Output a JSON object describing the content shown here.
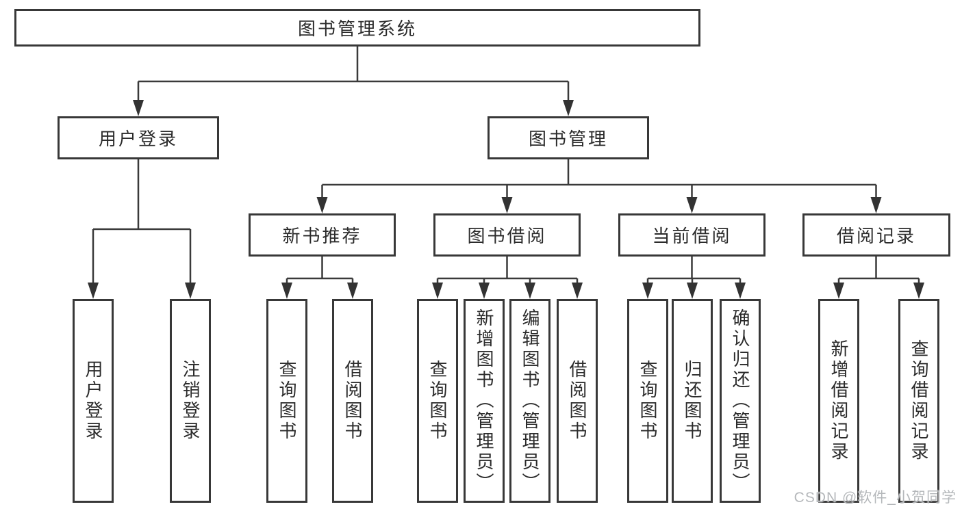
{
  "nodes": {
    "root": {
      "label": "图书管理系统"
    },
    "user_login": {
      "label": "用户登录"
    },
    "book_mgmt": {
      "label": "图书管理"
    },
    "new_books": {
      "label": "新书推荐"
    },
    "book_borrow": {
      "label": "图书借阅"
    },
    "current_borrow": {
      "label": "当前借阅"
    },
    "borrow_records": {
      "label": "借阅记录"
    },
    "login_op": {
      "label": "用户登录"
    },
    "logout_op": {
      "label": "注销登录"
    },
    "new_books_query": {
      "label": "查询图书"
    },
    "new_books_borrow": {
      "label": "借阅图书"
    },
    "borrow_query": {
      "label": "查询图书"
    },
    "borrow_add": {
      "label": "新增图书（管理员）"
    },
    "borrow_edit": {
      "label": "编辑图书（管理员）"
    },
    "borrow_borrow": {
      "label": "借阅图书"
    },
    "current_query": {
      "label": "查询图书"
    },
    "current_return": {
      "label": "归还图书"
    },
    "current_confirm": {
      "label": "确认归还（管理员）"
    },
    "records_add": {
      "label": "新增借阅记录"
    },
    "records_query": {
      "label": "查询借阅记录"
    }
  },
  "hierarchy": {
    "edges": [
      [
        "root",
        "user_login"
      ],
      [
        "root",
        "book_mgmt"
      ],
      [
        "user_login",
        "login_op"
      ],
      [
        "user_login",
        "logout_op"
      ],
      [
        "book_mgmt",
        "new_books"
      ],
      [
        "book_mgmt",
        "book_borrow"
      ],
      [
        "book_mgmt",
        "current_borrow"
      ],
      [
        "book_mgmt",
        "borrow_records"
      ],
      [
        "new_books",
        "new_books_query"
      ],
      [
        "new_books",
        "new_books_borrow"
      ],
      [
        "book_borrow",
        "borrow_query"
      ],
      [
        "book_borrow",
        "borrow_add"
      ],
      [
        "book_borrow",
        "borrow_edit"
      ],
      [
        "book_borrow",
        "borrow_borrow"
      ],
      [
        "current_borrow",
        "current_query"
      ],
      [
        "current_borrow",
        "current_return"
      ],
      [
        "current_borrow",
        "current_confirm"
      ],
      [
        "borrow_records",
        "records_add"
      ],
      [
        "borrow_records",
        "records_query"
      ]
    ]
  },
  "watermark": {
    "text": "CSDN @软件_小贺同学"
  },
  "colors": {
    "line": "#3a3a3a",
    "box_border": "#383838",
    "box_fill": "#ffffff",
    "text": "#2b2b2b",
    "watermark": "#b5b8bb"
  }
}
